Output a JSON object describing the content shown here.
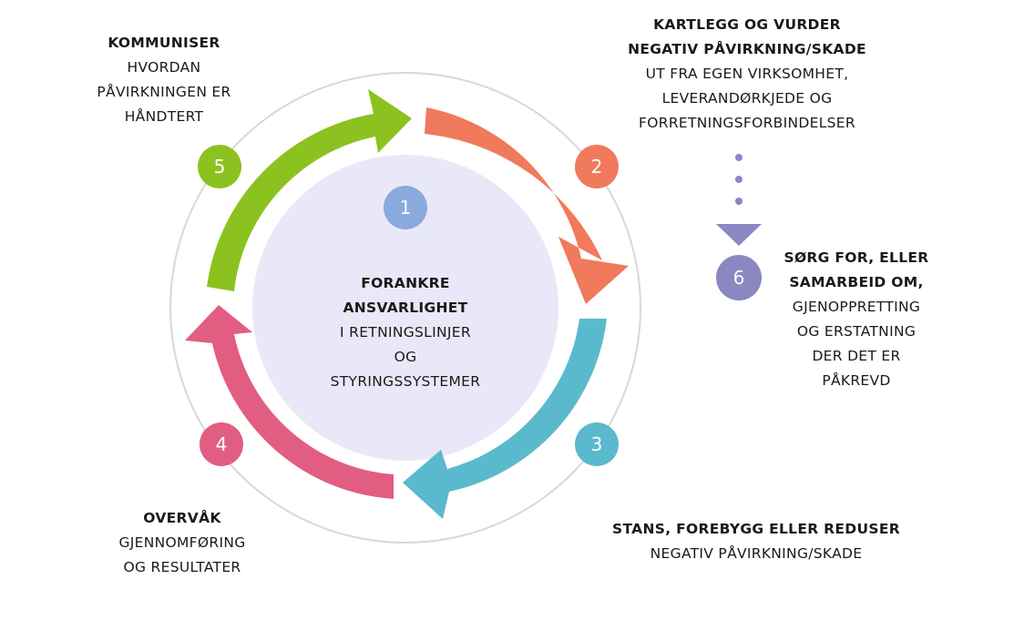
{
  "steps": {
    "s1": {
      "number": "1",
      "bold": [
        "FORANKRE",
        "ANSVARLIGHET"
      ],
      "lines": [
        "I RETNINGSLINJER",
        "OG",
        "STYRINGSSYSTEMER"
      ],
      "color": "#8aa9dd"
    },
    "s2": {
      "number": "2",
      "bold": [
        "KARTLEGG OG VURDER",
        "NEGATIV PÅVIRKNING/SKADE"
      ],
      "lines": [
        "UT FRA EGEN VIRKSOMHET,",
        "LEVERANDØRKJEDE OG",
        "FORRETNINGSFORBINDELSER"
      ],
      "color": "#f07a5b"
    },
    "s3": {
      "number": "3",
      "bold": [
        "STANS, FOREBYGG ELLER REDUSER"
      ],
      "lines": [
        "NEGATIV PÅVIRKNING/SKADE"
      ],
      "color": "#5ab9cd"
    },
    "s4": {
      "number": "4",
      "bold": [
        "OVERVÅK"
      ],
      "lines": [
        "GJENNOMFØRING",
        "OG RESULTATER"
      ],
      "color": "#e25d82"
    },
    "s5": {
      "number": "5",
      "bold": [
        "KOMMUNISER"
      ],
      "lines": [
        "HVORDAN",
        "PÅVIRKNINGEN ER",
        "HÅNDTERT"
      ],
      "color": "#8cc21f"
    },
    "s6": {
      "number": "6",
      "bold": [
        "SØRG FOR, ELLER",
        "SAMARBEID OM,"
      ],
      "lines": [
        "GJENOPPRETTING",
        "OG ERSTATNING",
        "DER DET ER",
        "PÅKREVD"
      ],
      "color": "#8a87c2"
    }
  },
  "colors": {
    "center_fill": "#e9e8f8",
    "outer_ring": "#d8d8d8",
    "dots": "#8a87c2"
  }
}
